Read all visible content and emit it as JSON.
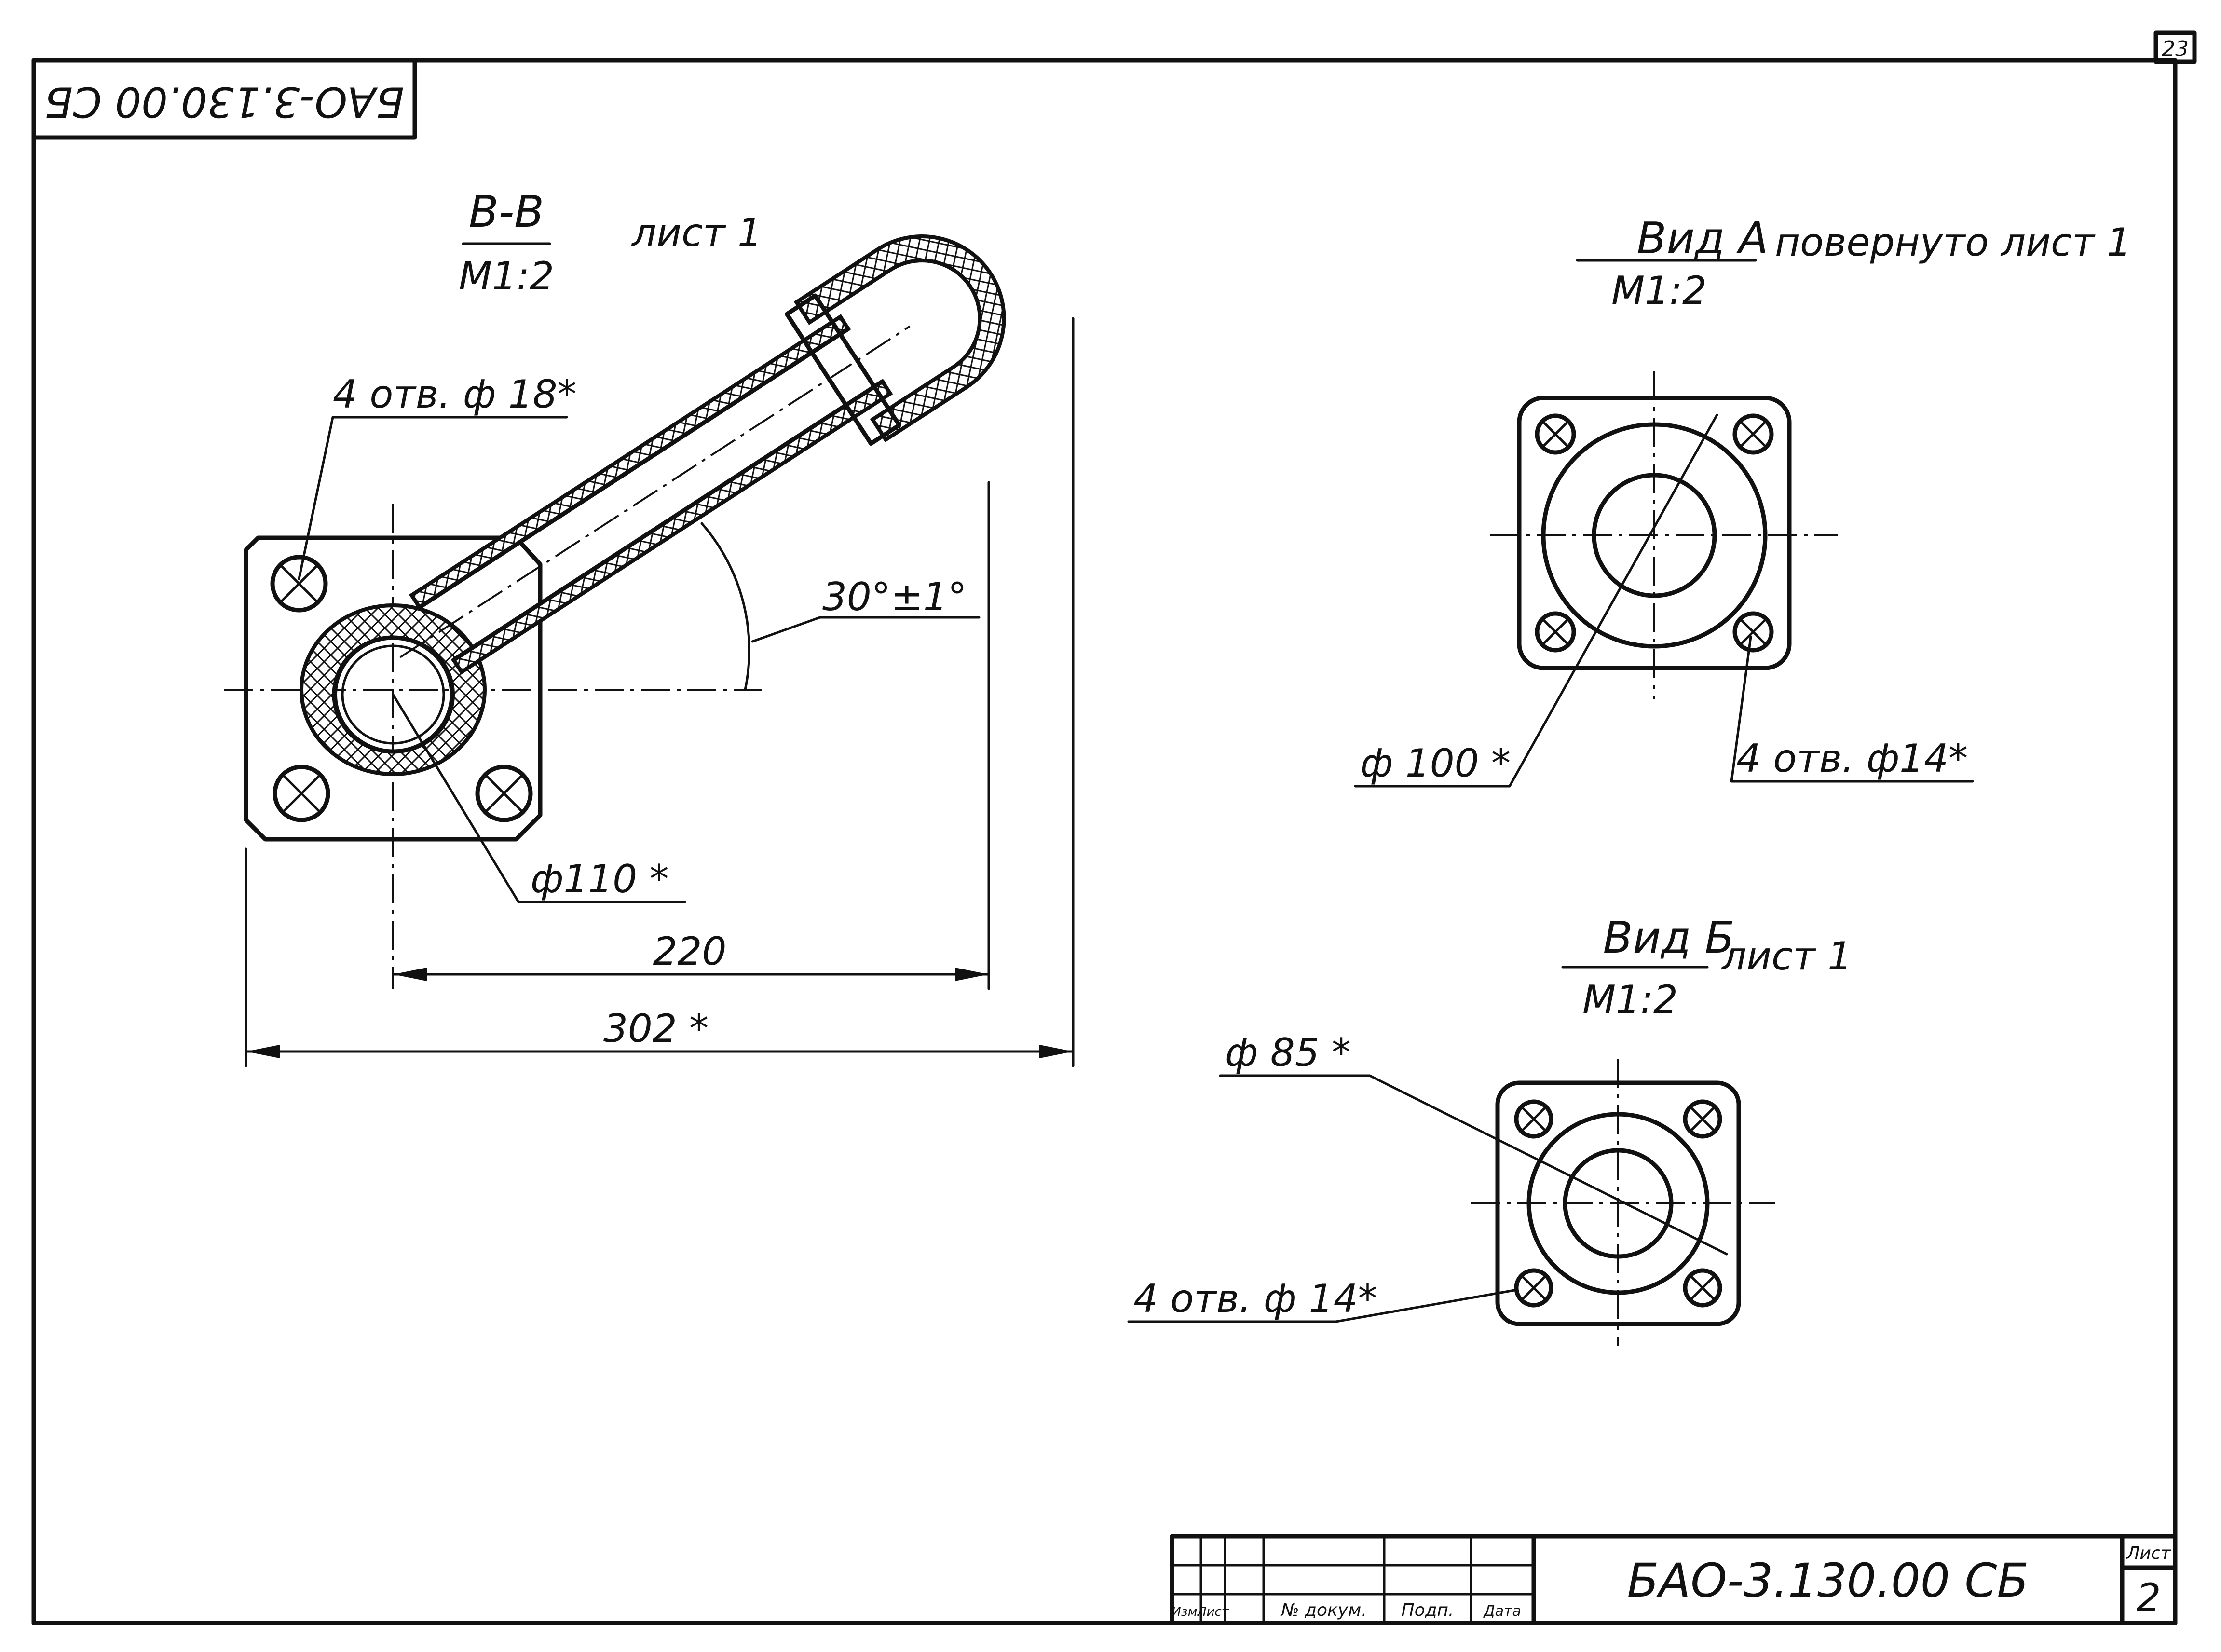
{
  "sheet": {
    "page_number": "23",
    "stamp_designation": "БАО-3.130.00 СБ",
    "sheet_label": "Лист",
    "sheet_number": "2"
  },
  "title_block": {
    "headers": [
      "Изм.",
      "Лист",
      "№ докум.",
      "Подп.",
      "Дата"
    ],
    "designation": "БАО-3.130.00 СБ"
  },
  "section_bb": {
    "title": "В-В",
    "scale": "М1:2",
    "sheet_ref": "лист 1",
    "holes_label": "4 отв. ф 18*",
    "angle_label": "30°±1°",
    "diameter_label": "ф110 *",
    "dim_220": "220",
    "dim_302": "302 *"
  },
  "view_a": {
    "title": "Вид А",
    "note": "повернуто лист 1",
    "scale": "М1:2",
    "diameter_label": "ф 100 *",
    "holes_label": "4 отв. ф14*"
  },
  "view_b": {
    "title": "Вид Б",
    "sheet_ref": "лист 1",
    "scale": "М1:2",
    "diameter_label": "ф 85 *",
    "holes_label": "4 отв. ф 14*"
  },
  "colors": {
    "ink": "#111111",
    "paper": "#ffffff"
  }
}
